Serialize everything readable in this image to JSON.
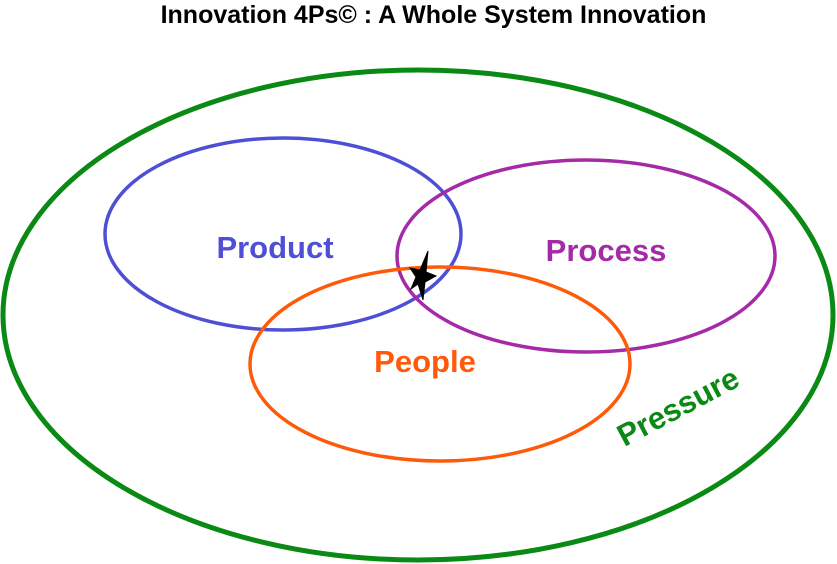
{
  "title": "Innovation 4Ps© : A Whole System Innovation",
  "diagram": {
    "outer": {
      "label": "Pressure",
      "color": "#0a8a14"
    },
    "circles": [
      {
        "key": "product",
        "label": "Product",
        "color": "#4f4fd6"
      },
      {
        "key": "process",
        "label": "Process",
        "color": "#a52aa8"
      },
      {
        "key": "people",
        "label": "People",
        "color": "#ff5a0a"
      }
    ],
    "center_marker": {
      "icon": "star-icon",
      "color": "#000000"
    }
  }
}
